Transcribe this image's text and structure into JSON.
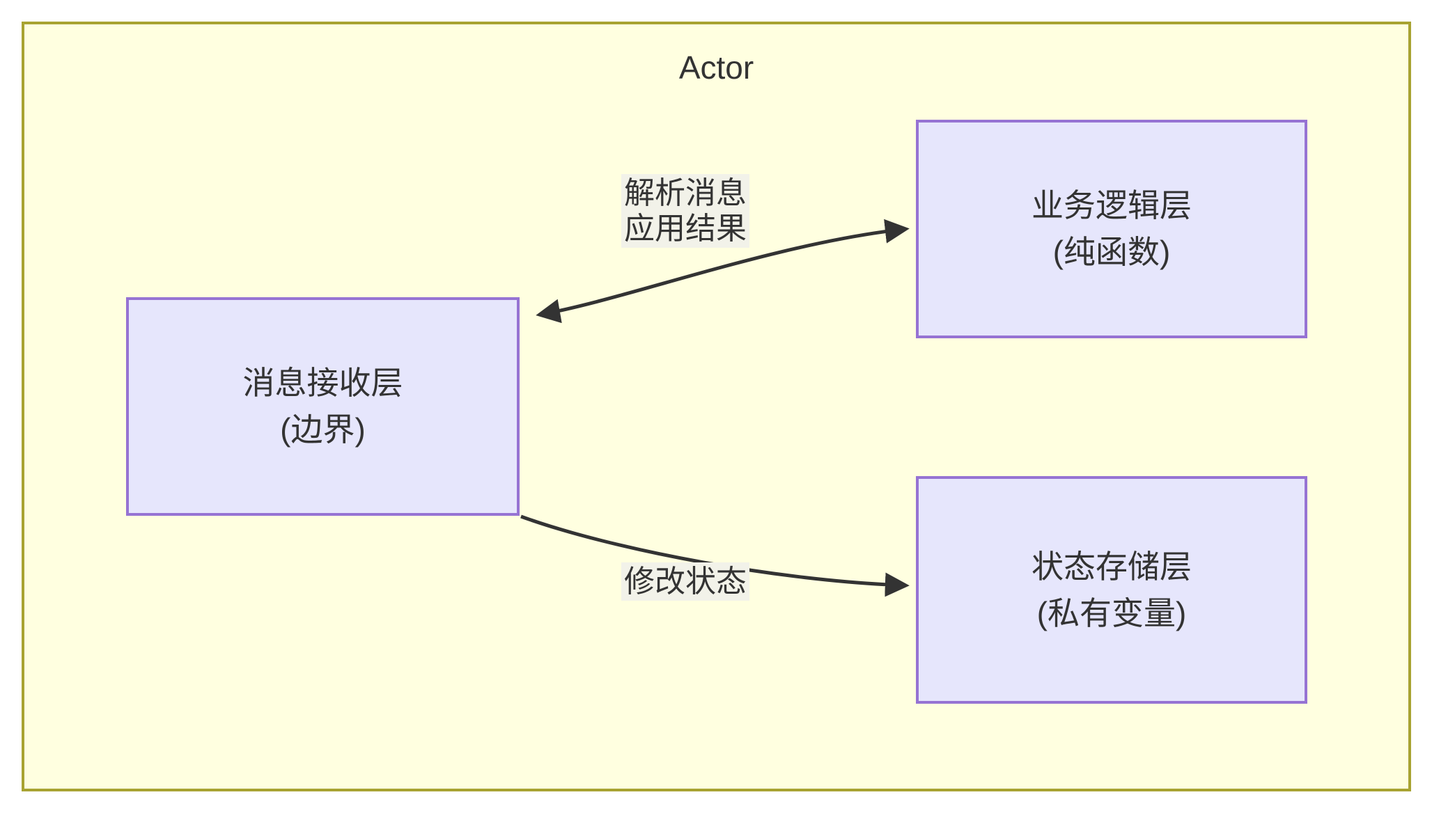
{
  "diagram": {
    "title": "Actor",
    "type": "flowchart",
    "container": {
      "label": "Actor",
      "fill_color": "#ffffe0",
      "border_color": "#a8a332"
    },
    "node_style": {
      "fill_color": "#e6e6fc",
      "border_color": "#9673d3",
      "text_color": "#333333"
    },
    "nodes": [
      {
        "id": "receiver",
        "line1": "消息接收层",
        "line2": "(边界)"
      },
      {
        "id": "logic",
        "line1": "业务逻辑层",
        "line2": "(纯函数)"
      },
      {
        "id": "state",
        "line1": "状态存储层",
        "line2": "(私有变量)"
      }
    ],
    "edges": [
      {
        "id": "receiver-logic",
        "from": "receiver",
        "to": "logic",
        "direction": "bidirectional",
        "label_line1": "解析消息",
        "label_line2": "应用结果",
        "label_bg": "#f2f2e9"
      },
      {
        "id": "receiver-state",
        "from": "receiver",
        "to": "state",
        "direction": "forward",
        "label_line1": "修改状态",
        "label_bg": "#f2f2e9"
      }
    ]
  }
}
